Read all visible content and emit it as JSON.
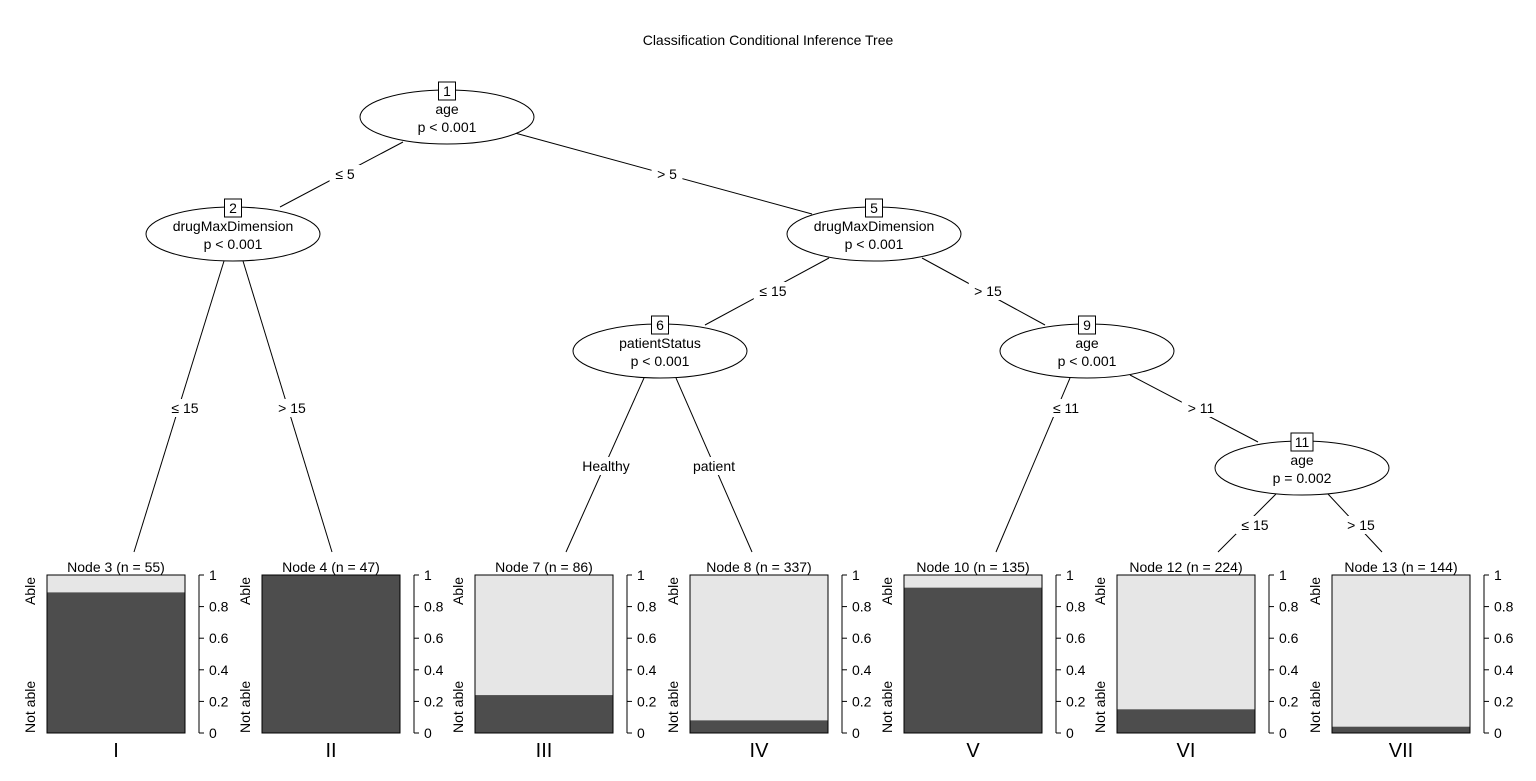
{
  "title": "Classification Conditional Inference Tree",
  "colors": {
    "not_able": "#4d4d4d",
    "able": "#e6e6e6"
  },
  "inner_nodes": [
    {
      "id": "1",
      "variable": "age",
      "p": "p < 0.001"
    },
    {
      "id": "2",
      "variable": "drugMaxDimension",
      "p": "p < 0.001"
    },
    {
      "id": "5",
      "variable": "drugMaxDimension",
      "p": "p < 0.001"
    },
    {
      "id": "6",
      "variable": "patientStatus",
      "p": "p < 0.001"
    },
    {
      "id": "9",
      "variable": "age",
      "p": "p < 0.001"
    },
    {
      "id": "11",
      "variable": "age",
      "p": "p = 0.002"
    }
  ],
  "edges": [
    {
      "from": "1",
      "to": "2",
      "label": "≤ 5"
    },
    {
      "from": "1",
      "to": "5",
      "label": "> 5"
    },
    {
      "from": "2",
      "to": "3",
      "label": "≤ 15"
    },
    {
      "from": "2",
      "to": "4",
      "label": "> 15"
    },
    {
      "from": "5",
      "to": "6",
      "label": "≤ 15"
    },
    {
      "from": "5",
      "to": "9",
      "label": "> 15"
    },
    {
      "from": "6",
      "to": "7",
      "label": "Healthy"
    },
    {
      "from": "6",
      "to": "8",
      "label": "patient"
    },
    {
      "from": "9",
      "to": "10",
      "label": "≤ 11"
    },
    {
      "from": "9",
      "to": "11",
      "label": "> 11"
    },
    {
      "from": "11",
      "to": "12",
      "label": "≤ 15"
    },
    {
      "from": "11",
      "to": "13",
      "label": "> 15"
    }
  ],
  "terminal_nodes": [
    {
      "id": "3",
      "label": "Node 3 (n = 55)",
      "roman": "I",
      "not_able_fraction": 0.89
    },
    {
      "id": "4",
      "label": "Node 4 (n = 47)",
      "roman": "II",
      "not_able_fraction": 1.0
    },
    {
      "id": "7",
      "label": "Node 7 (n = 86)",
      "roman": "III",
      "not_able_fraction": 0.24
    },
    {
      "id": "8",
      "label": "Node 8 (n = 337)",
      "roman": "IV",
      "not_able_fraction": 0.08
    },
    {
      "id": "10",
      "label": "Node 10 (n = 135)",
      "roman": "V",
      "not_able_fraction": 0.92
    },
    {
      "id": "12",
      "label": "Node 12 (n = 224)",
      "roman": "VI",
      "not_able_fraction": 0.15
    },
    {
      "id": "13",
      "label": "Node 13 (n = 144)",
      "roman": "VII",
      "not_able_fraction": 0.04
    }
  ],
  "class_labels": {
    "top": "Able",
    "bottom": "Not able"
  },
  "axis_ticks": [
    "0",
    "0.2",
    "0.4",
    "0.6",
    "0.8",
    "1"
  ]
}
